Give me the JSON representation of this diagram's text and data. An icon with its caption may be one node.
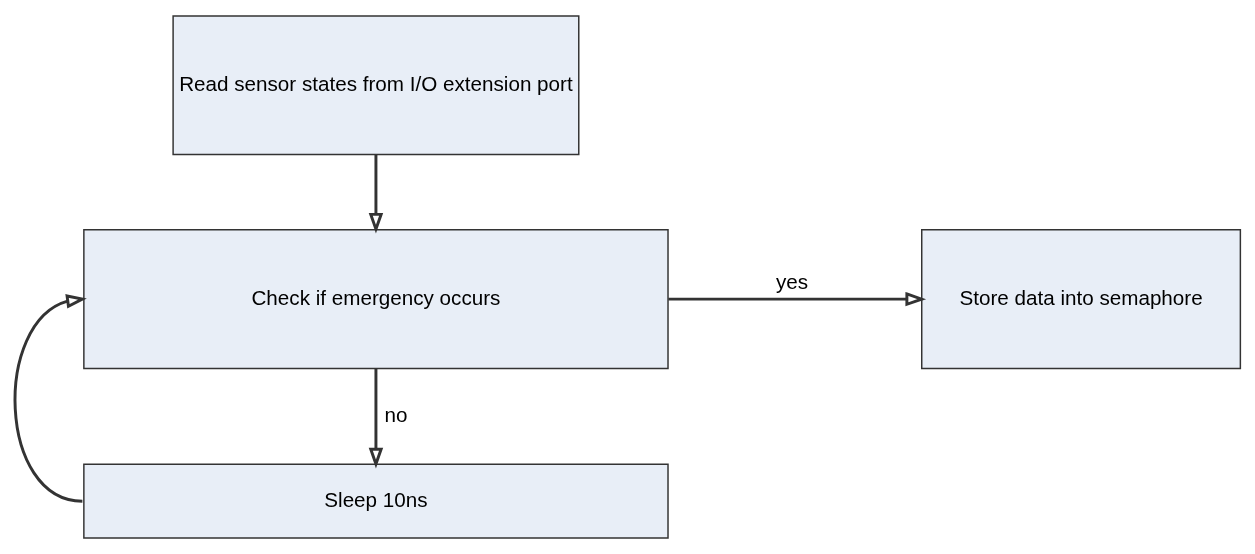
{
  "diagram": {
    "nodes": [
      {
        "text": [
          "Read sensor states from I/O extension port"
        ]
      },
      {
        "text": [
          "Check if emergency occurs"
        ]
      },
      {
        "text": [
          "Store data into semaphore"
        ]
      },
      {
        "text": [
          "Sleep 10ns"
        ]
      }
    ],
    "edges": [
      {
        "from": 0,
        "to": 1,
        "arrow": "to"
      },
      {
        "from": 1,
        "to": 2,
        "arrow": "to",
        "label": "yes"
      },
      {
        "from": 1,
        "to": 3,
        "arrow": "to",
        "label": "no"
      },
      {
        "from": 3,
        "to": 1,
        "arrow": "to"
      }
    ]
  }
}
